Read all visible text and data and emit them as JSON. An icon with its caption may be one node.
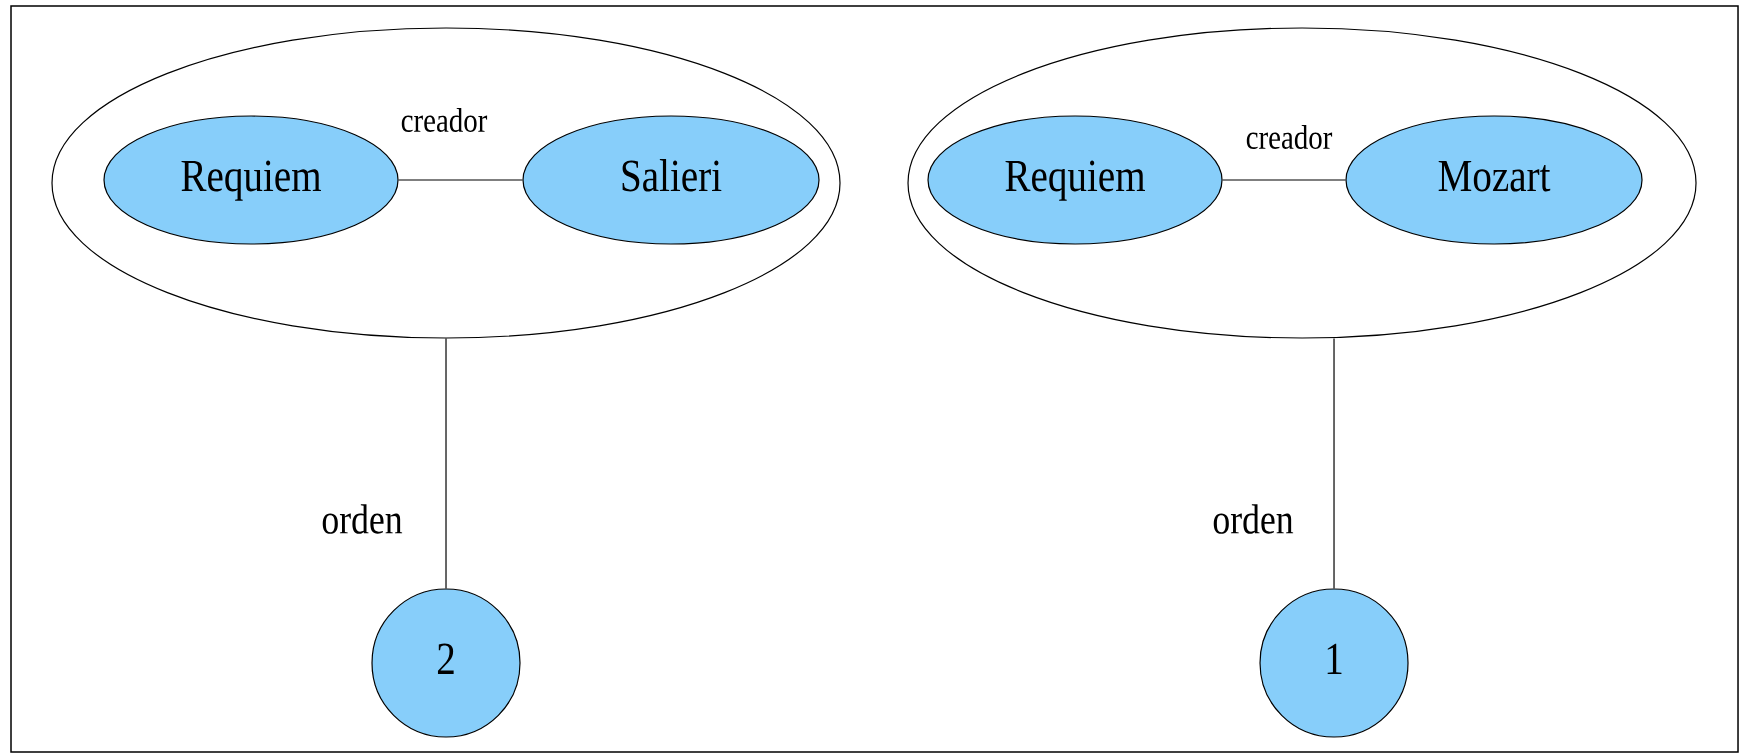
{
  "diagram": {
    "nodes": [
      {
        "text": [],
        "shape": "ellipse"
      },
      {
        "text": [
          "Requiem"
        ],
        "in": 0
      },
      {
        "text": [
          "Salieri"
        ],
        "in": 0
      },
      {
        "text": [
          "2"
        ]
      },
      {
        "text": [],
        "shape": "ellipse"
      },
      {
        "text": [
          "Requiem"
        ],
        "in": 4
      },
      {
        "text": [
          "Mozart"
        ],
        "in": 4
      },
      {
        "text": [
          "1"
        ]
      }
    ],
    "edges": [
      {
        "from": 1,
        "to": 2,
        "arrow": "none",
        "label": "creador"
      },
      {
        "from": 0,
        "to": 3,
        "arrow": "none",
        "label": "orden"
      },
      {
        "from": 5,
        "to": 6,
        "arrow": "none",
        "label": "creador"
      },
      {
        "from": 4,
        "to": 7,
        "arrow": "none",
        "label": "orden"
      }
    ]
  }
}
